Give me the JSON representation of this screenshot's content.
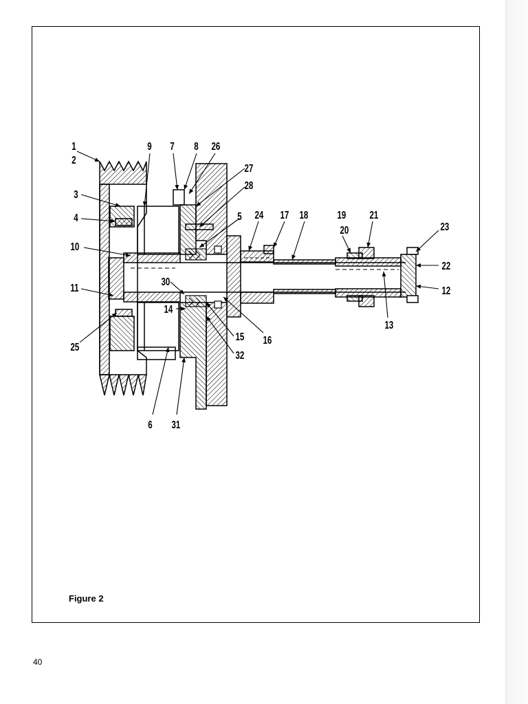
{
  "figure": {
    "caption": "Figure 2"
  },
  "page_number": "40",
  "callouts": {
    "c1": "1",
    "c2": "2",
    "c3": "3",
    "c4": "4",
    "c5": "5",
    "c6": "6",
    "c7": "7",
    "c8": "8",
    "c9": "9",
    "c10": "10",
    "c11": "11",
    "c12": "12",
    "c13": "13",
    "c14": "14",
    "c15": "15",
    "c16": "16",
    "c17": "17",
    "c18": "18",
    "c19": "19",
    "c20": "20",
    "c21": "21",
    "c22": "22",
    "c23": "23",
    "c24": "24",
    "c25": "25",
    "c26": "26",
    "c27": "27",
    "c28": "28",
    "c30": "30",
    "c31": "31",
    "c32": "32"
  }
}
